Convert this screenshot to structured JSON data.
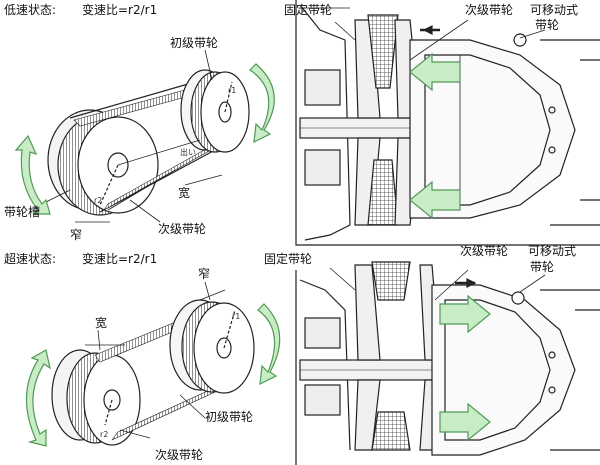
{
  "top": {
    "state": "低速状态:",
    "ratio": "变速比=r2/r1",
    "primary_pulley": "初级带轮",
    "groove": "带轮槽",
    "narrow": "窄",
    "wide": "宽",
    "secondary_pulley": "次级带轮",
    "small_mark": "出い",
    "r1": "r1",
    "r2": "r2"
  },
  "top_right": {
    "fixed_pulley": "固定带轮",
    "secondary_pulley": "次级带轮",
    "movable_pulley_line1": "可移动式",
    "movable_pulley_line2": "带轮"
  },
  "bottom": {
    "state": "超速状态:",
    "ratio": "变速比=r2/r1",
    "narrow": "窄",
    "wide": "宽",
    "primary_pulley": "初级带轮",
    "secondary_pulley": "次级带轮",
    "r1": "r1",
    "r2": "r2"
  },
  "bottom_right": {
    "fixed_pulley": "固定带轮",
    "secondary_pulley": "次级带轮",
    "movable_pulley_line1": "可移动式",
    "movable_pulley_line2": "带轮"
  },
  "colors": {
    "arrow_green": "#c8ecc6",
    "arrow_stroke": "#4f9a55",
    "line": "#222222"
  }
}
